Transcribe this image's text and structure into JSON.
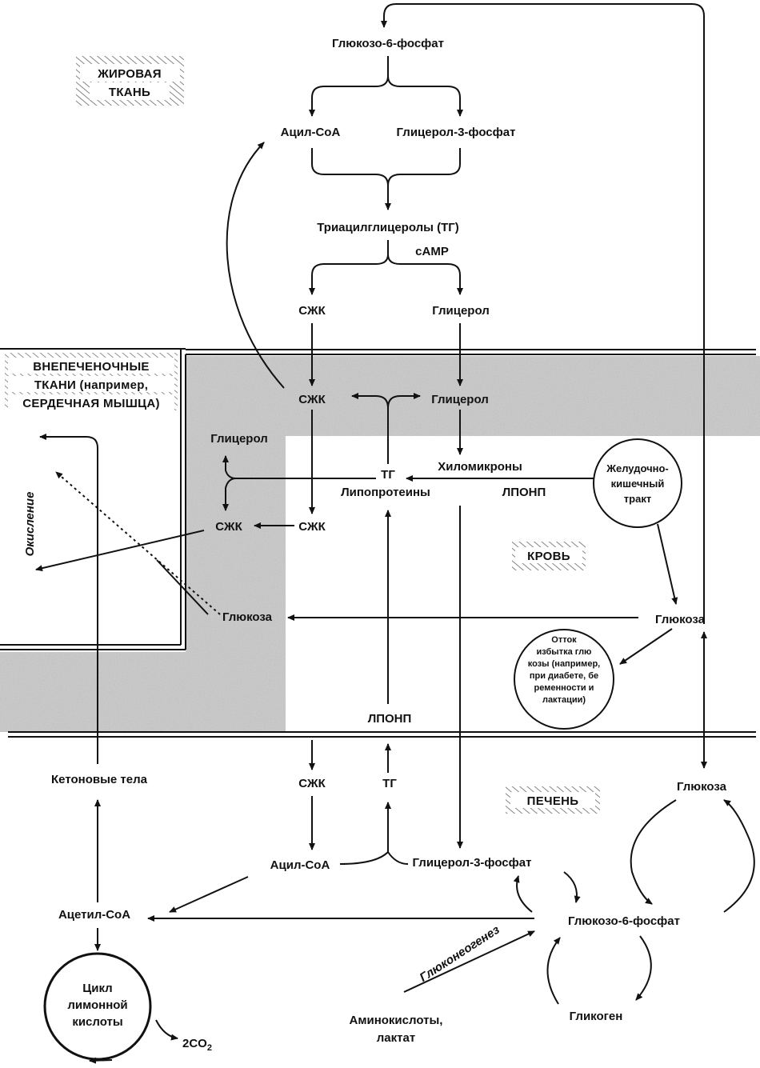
{
  "regions": {
    "adipose": "ЖИРОВАЯ ТКАНЬ",
    "adipose_l1": "ЖИРОВАЯ",
    "adipose_l2": "ТКАНЬ",
    "extrahepatic_l1": "ВНЕПЕЧЕНОЧНЫЕ",
    "extrahepatic_l2": "ТКАНИ (например,",
    "extrahepatic_l3": "СЕРДЕЧНАЯ МЫШЦА)",
    "blood": "КРОВЬ",
    "liver": "ПЕЧЕНЬ"
  },
  "adipose": {
    "g6p": "Глюкозо-6-фосфат",
    "acyl_coa": "Ацил-СоА",
    "glycerol3p": "Глицерол-3-фосфат",
    "tg": "Триацилглицеролы (ТГ)",
    "camp": "cAMP",
    "ffa": "СЖК",
    "glycerol": "Глицерол"
  },
  "blood": {
    "ffa": "СЖК",
    "glycerol": "Глицерол",
    "tg": "ТГ",
    "chylomicrons": "Хиломикроны",
    "lipoproteins": "Липопротеины",
    "vldl": "ЛПОНП",
    "ffa2": "СЖК",
    "gi_l1": "Желудочно-",
    "gi_l2": "кишечный",
    "gi_l3": "тракт",
    "glucose": "Глюкоза",
    "vldl2": "ЛПОНП",
    "outflow_l1": "Отток",
    "outflow_l2": "избытка глю",
    "outflow_l3": "козы (например,",
    "outflow_l4": "при диабете, бе",
    "outflow_l5": "ременности и",
    "outflow_l6": "лактации)"
  },
  "extrahepatic": {
    "glycerol": "Глицерол",
    "ffa": "СЖК",
    "glucose": "Глюкоза",
    "oxidation": "Окисление"
  },
  "liver": {
    "ffa": "СЖК",
    "tg": "ТГ",
    "ketones": "Кетоновые тела",
    "acyl_coa": "Ацил-СоА",
    "glycerol3p": "Глицерол-3-фосфат",
    "acetyl_coa": "Ацетил-СоА",
    "g6p": "Глюкозо-6-фосфат",
    "glucose": "Глюкоза",
    "tca_l1": "Цикл",
    "tca_l2": "лимонной",
    "tca_l3": "кислоты",
    "co2": "2CO",
    "co2_sub": "2",
    "gluconeogenesis": "Глюконеогенез",
    "amino_l1": "Аминокислоты,",
    "amino_l2": "лактат",
    "glycogen": "Гликоген"
  }
}
